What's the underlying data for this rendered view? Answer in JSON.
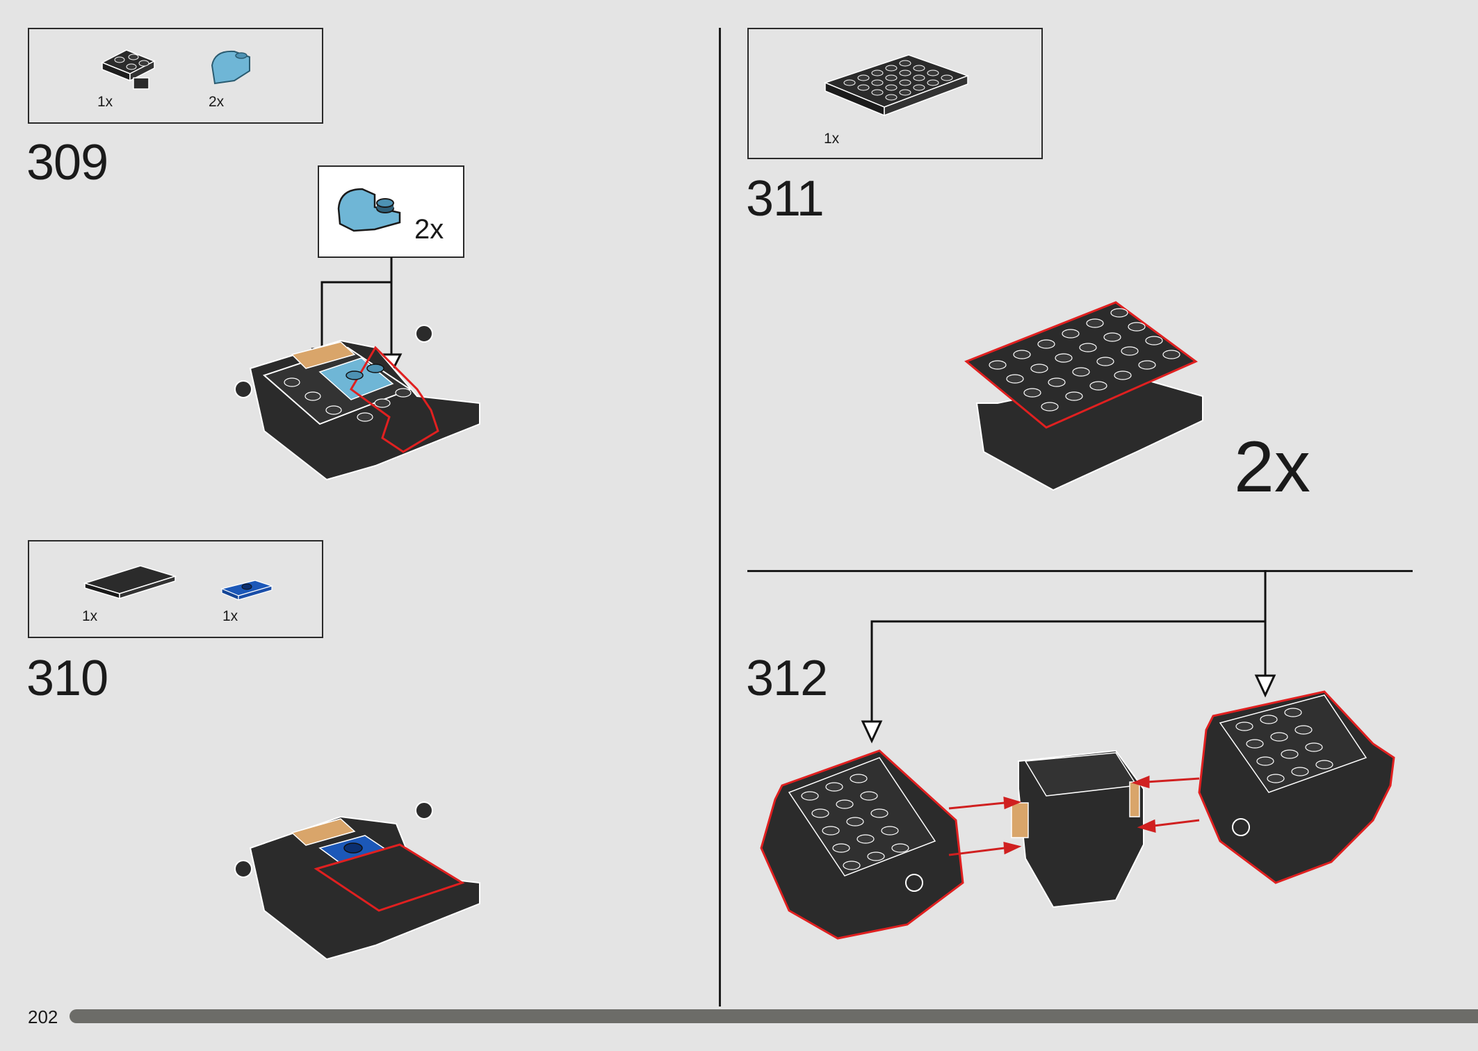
{
  "page": {
    "number": "202"
  },
  "steps": [
    {
      "number": "309",
      "parts": [
        {
          "name": "black plate with clip",
          "qty": "1x"
        },
        {
          "name": "light blue curved bracket",
          "qty": "2x"
        }
      ],
      "callout": {
        "qty": "2x"
      }
    },
    {
      "number": "310",
      "parts": [
        {
          "name": "black tile",
          "qty": "1x"
        },
        {
          "name": "blue jumper plate",
          "qty": "1x"
        }
      ]
    },
    {
      "number": "311",
      "parts": [
        {
          "name": "black plate 4x6",
          "qty": "1x"
        }
      ],
      "repeat": "2x"
    },
    {
      "number": "312"
    }
  ],
  "colors": {
    "background": "#e4e4e4",
    "brick": "#2b2b2b",
    "highlight": "#e02020",
    "light_blue": "#6fb6d6",
    "blue": "#1c58b8",
    "tan": "#d9a56a"
  }
}
